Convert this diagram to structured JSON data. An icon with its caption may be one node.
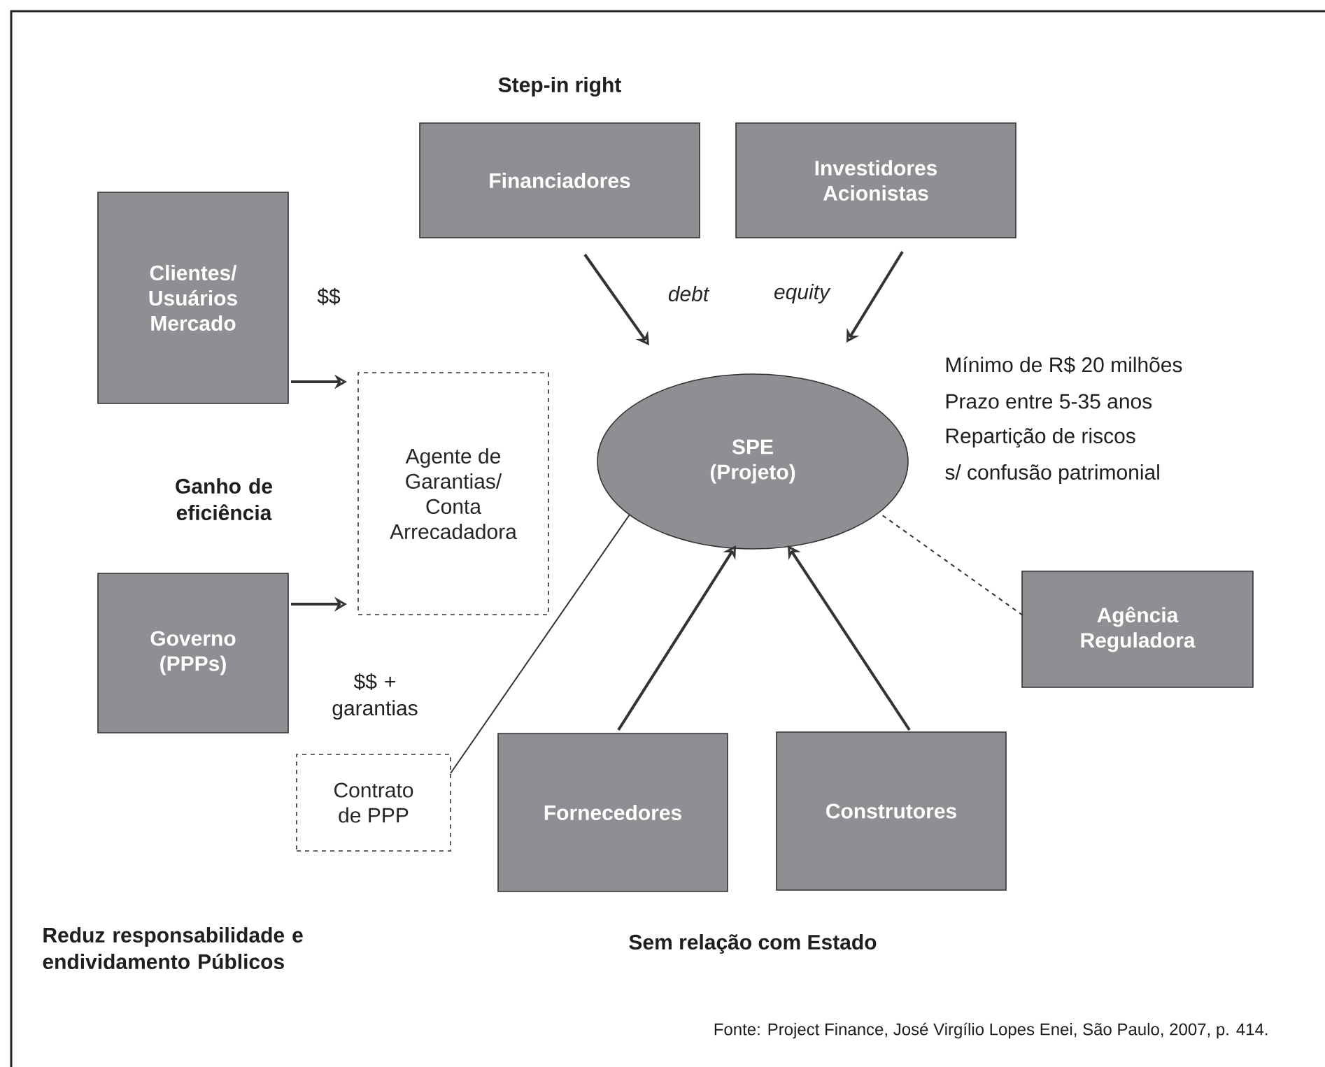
{
  "diagram": {
    "caption": "Fonte: Project Finance, José Virgílio Lopes Enei, São Paulo, 2007, p. 414.",
    "nodes": [
      {
        "text": [
          "Financiadores"
        ]
      },
      {
        "text": [
          "Investidores Acionistas"
        ]
      },
      {
        "text": [
          "Clientes/ Usuários Mercado"
        ]
      },
      {
        "text": [
          "Agente de Garantias/ Conta Arrecadadora"
        ]
      },
      {
        "text": [
          "SPE (Projeto)"
        ]
      },
      {
        "text": [
          "Governo (PPPs)"
        ]
      },
      {
        "text": [
          "Agência Reguladora"
        ]
      },
      {
        "text": [
          "Contrato de PPP"
        ]
      },
      {
        "text": [
          "Fornecedores"
        ]
      },
      {
        "text": [
          "Construtores"
        ]
      }
    ],
    "edges": [
      {
        "from": 0,
        "to": 4,
        "arrow": "to",
        "label": "debt"
      },
      {
        "from": 1,
        "to": 4,
        "arrow": "to",
        "label": "equity"
      },
      {
        "from": 2,
        "to": 3,
        "arrow": "to"
      },
      {
        "from": 5,
        "to": 3,
        "arrow": "to"
      },
      {
        "from": 8,
        "to": 4,
        "arrow": "to"
      },
      {
        "from": 9,
        "to": 4,
        "arrow": "to"
      },
      {
        "from": 7,
        "to": 4,
        "arrow": "none"
      },
      {
        "from": 6,
        "to": 4,
        "arrow": "none",
        "style": "dashed"
      }
    ],
    "labels": [
      "Step-in right",
      "$$",
      "Mínimo de R$ 20 milhões",
      "Prazo entre 5-35 anos",
      "Repartição de riscos",
      "s/ confusão patrimonial",
      "Ganho de eficiência",
      "$$ + garantias",
      "Reduz responsabilidade e endividamento Públicos",
      "Sem relação com Estado"
    ]
  }
}
